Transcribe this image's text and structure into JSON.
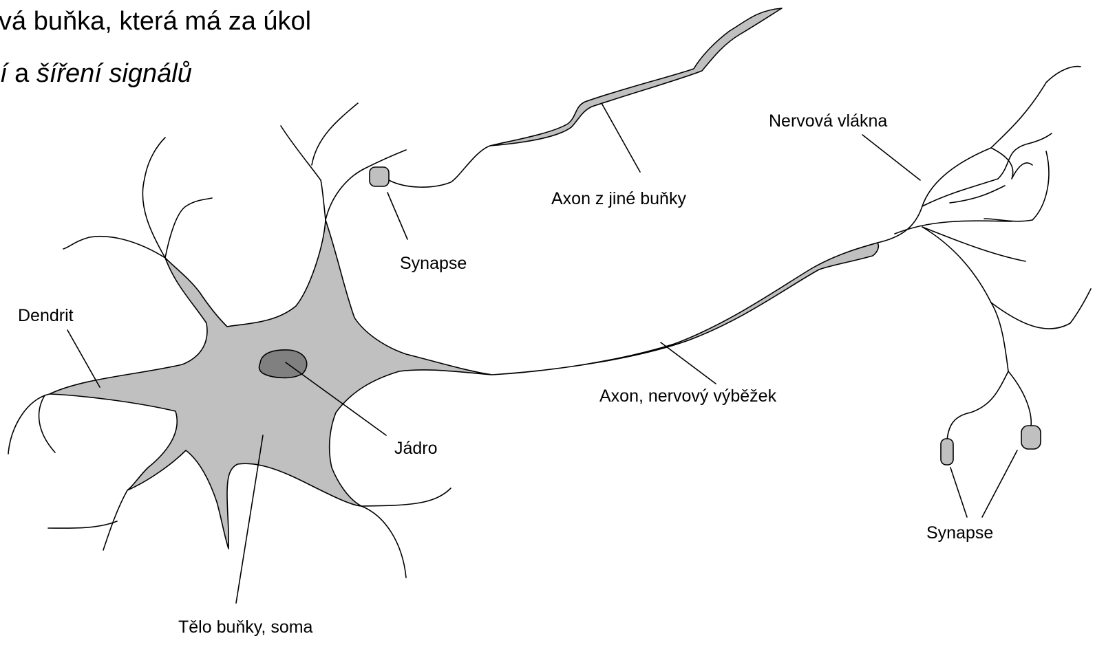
{
  "heading": {
    "line1": "vá buňka, která má za úkol",
    "line2_italic_a": "í",
    "line2_plain": " a ",
    "line2_italic_b": "šíření signálů"
  },
  "labels": {
    "dendrit": "Dendrit",
    "synapse_top": "Synapse",
    "axon_other": "Axon z jiné buňky",
    "nerve_fibers": "Nervová vlákna",
    "axon_main": "Axon, nervový výběžek",
    "nucleus": "Jádro",
    "soma": "Tělo buňky, soma",
    "synapse_bottom": "Synapse"
  },
  "colors": {
    "cell_fill": "#c0c0c0",
    "nucleus_fill": "#808080",
    "outline": "#000000",
    "background": "#ffffff"
  }
}
